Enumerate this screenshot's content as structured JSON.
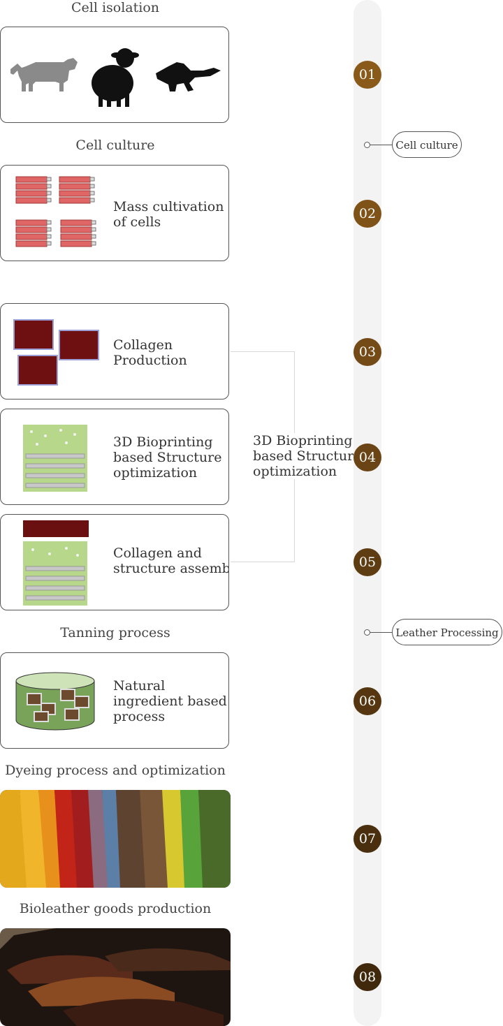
{
  "sections": {
    "cell_isolation": "Cell isolation",
    "cell_culture": "Cell culture",
    "tanning": "Tanning process",
    "dyeing": "Dyeing process and optimization",
    "goods": "Bioleather goods production"
  },
  "cards": {
    "mass_cultivation": [
      "Mass cultivation",
      "of cells"
    ],
    "collagen_production": [
      "Collagen",
      "Production"
    ],
    "bioprinting": [
      "3D Bioprinting",
      "based Structure",
      "optimization"
    ],
    "assembly": [
      "Collagen and",
      "structure assembly"
    ],
    "natural": [
      "Natural",
      "ingredient based",
      "process"
    ]
  },
  "bracket_label": [
    "3D Bioprinting",
    "based  Structure",
    "optimization"
  ],
  "timeline": {
    "steps": [
      "01",
      "02",
      "03",
      "04",
      "05",
      "06",
      "07",
      "08"
    ],
    "step_colors": [
      "#8a5a1a",
      "#7f5218",
      "#744b16",
      "#6a4414",
      "#5f3d12",
      "#553610",
      "#4a2f0e",
      "#3f280c"
    ],
    "tags": [
      "Cell culture",
      "Leather Processing"
    ]
  },
  "icons": {
    "animals": [
      "cow-icon",
      "sheep-icon",
      "crocodile-icon"
    ],
    "culture": "culture-flasks-icon",
    "collagen": "collagen-images-icon",
    "scaffold": "scaffold-icon",
    "tank": "tanning-tank-icon"
  }
}
